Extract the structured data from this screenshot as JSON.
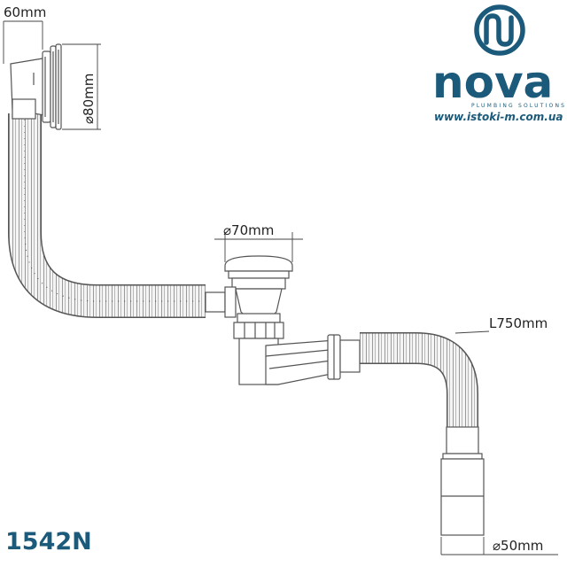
{
  "brand": {
    "name": "nova",
    "tagline": "PLUMBING SOLUTIONS",
    "url": "www.istoki-m.com.ua",
    "color": "#1b5a7a"
  },
  "model": "1542N",
  "dimensions": {
    "overflow_width": "60mm",
    "overflow_diameter": "⌀80mm",
    "drain_diameter": "⌀70mm",
    "hose_length": "L750mm",
    "outlet_diameter": "⌀50mm"
  },
  "colors": {
    "part_fill": "#ffffff",
    "part_stroke": "#555555",
    "hose_fill": "#f2f2f2",
    "dim_line": "#444444"
  },
  "icons": {
    "logo": "n-circle-logo-icon"
  }
}
